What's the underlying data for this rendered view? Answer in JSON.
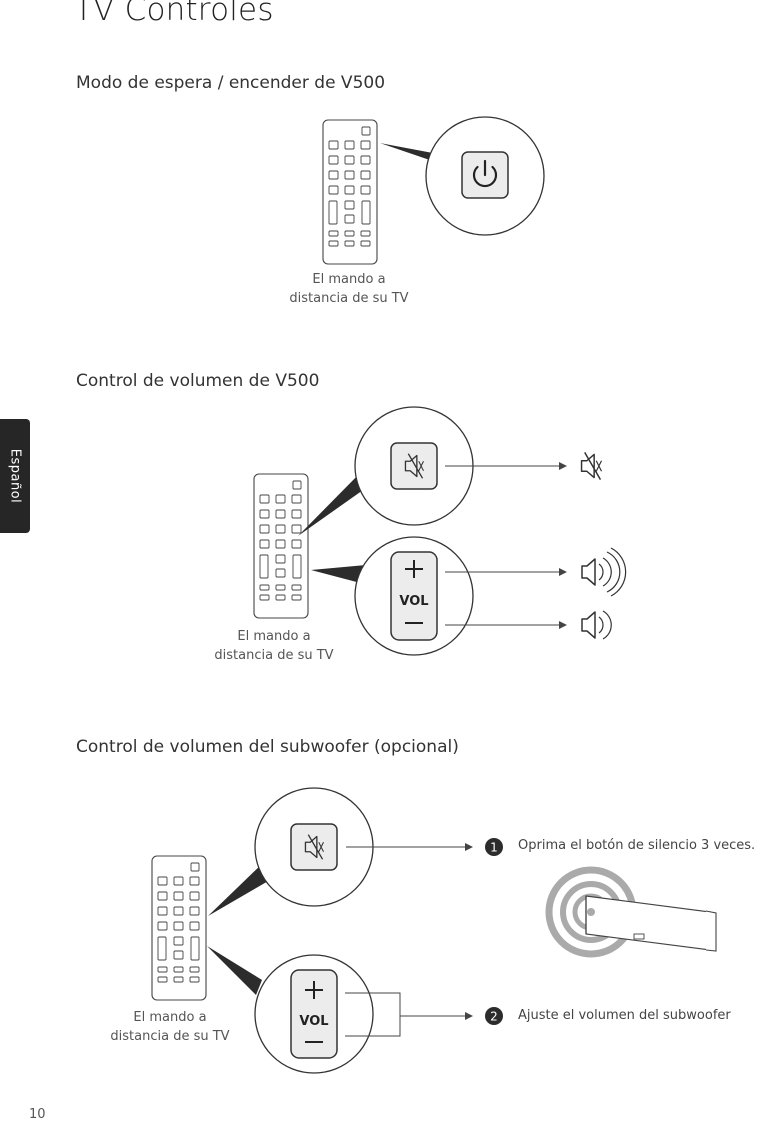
{
  "page": {
    "title": "TV Controles",
    "language_tab": "Español",
    "page_number": "10"
  },
  "section_standby": {
    "title": "Modo de espera / encender de V500",
    "caption_line1": "El mando a",
    "caption_line2": "distancia de su TV",
    "icons": [
      "remote-control-icon",
      "power-button-icon"
    ]
  },
  "section_volume": {
    "title": "Control de volumen de V500",
    "caption_line1": "El mando a",
    "caption_line2": "distancia de su TV",
    "vol_label": "VOL",
    "icons": [
      "remote-control-icon",
      "mute-button-icon",
      "volume-plus-minus-icon",
      "mute-speaker-icon",
      "speaker-loud-icon",
      "speaker-soft-icon"
    ]
  },
  "section_subwoofer": {
    "title": "Control de volumen del subwoofer (opcional)",
    "caption_line1": "El mando a",
    "caption_line2": "distancia de su TV",
    "vol_label": "VOL",
    "step1_number": "1",
    "step1_text": "Oprima el botón de silencio 3 veces.",
    "step2_number": "2",
    "step2_text": "Ajuste el volumen del subwoofer",
    "icons": [
      "remote-control-icon",
      "mute-button-icon",
      "volume-plus-minus-icon",
      "subwoofer-icon"
    ]
  },
  "colors": {
    "ink": "#2a2a2a",
    "tab_bg": "#262626",
    "button_fill": "#ececec"
  }
}
